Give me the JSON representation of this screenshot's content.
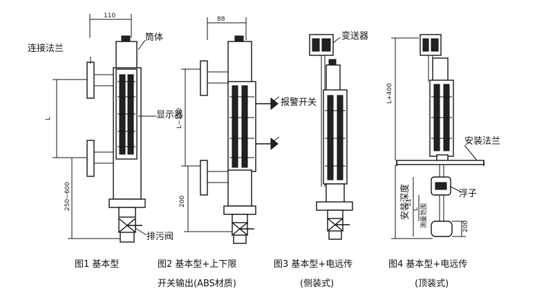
{
  "labels": {
    "flange": "连接法兰",
    "barrel": "筒体",
    "display": "显示器",
    "alarm_switch": "报警开关",
    "transmitter": "变送器",
    "install_flange": "安装法兰",
    "float": "浮子",
    "drain_valve": "排污阀",
    "install_depth": "安装深度",
    "measure_range": "测量范围"
  },
  "dimensions": {
    "fig1_width": "110",
    "fig1_length": "L",
    "fig1_offset": "250~600",
    "fig2_width": "88",
    "fig2_length": "L−150",
    "fig2_bottom": "200",
    "fig4_top": "L+400",
    "fig4_range": "L1",
    "fig4_l": "L",
    "fig4_bottom": "200"
  },
  "captions": [
    {
      "line1": "图1  基本型",
      "line2": ""
    },
    {
      "line1": "图2  基本型+上下限",
      "line2": "开关输出(ABS材质)"
    },
    {
      "line1": "图3  基本型+电远传",
      "line2": "(侧装式)"
    },
    {
      "line1": "图4  基本型+电远传",
      "line2": "(顶装式)"
    }
  ]
}
